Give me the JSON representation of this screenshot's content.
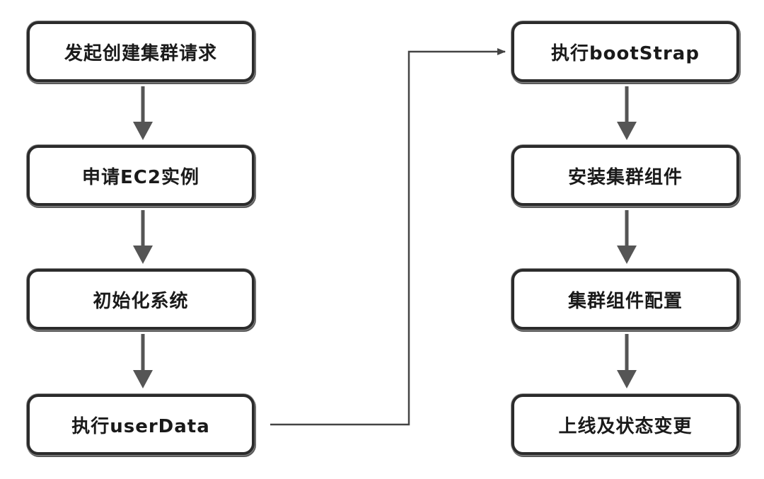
{
  "diagram": {
    "steps": [
      "发起创建集群请求",
      "申请EC2实例",
      "初始化系统",
      "执行userData",
      "执行bootStrap",
      "安装集群组件",
      "集群组件配置",
      "上线及状态变更"
    ]
  },
  "colors": {
    "node_border": "#2b2b2b",
    "arrow": "#555555",
    "connector": "#444444",
    "background": "#ffffff"
  }
}
